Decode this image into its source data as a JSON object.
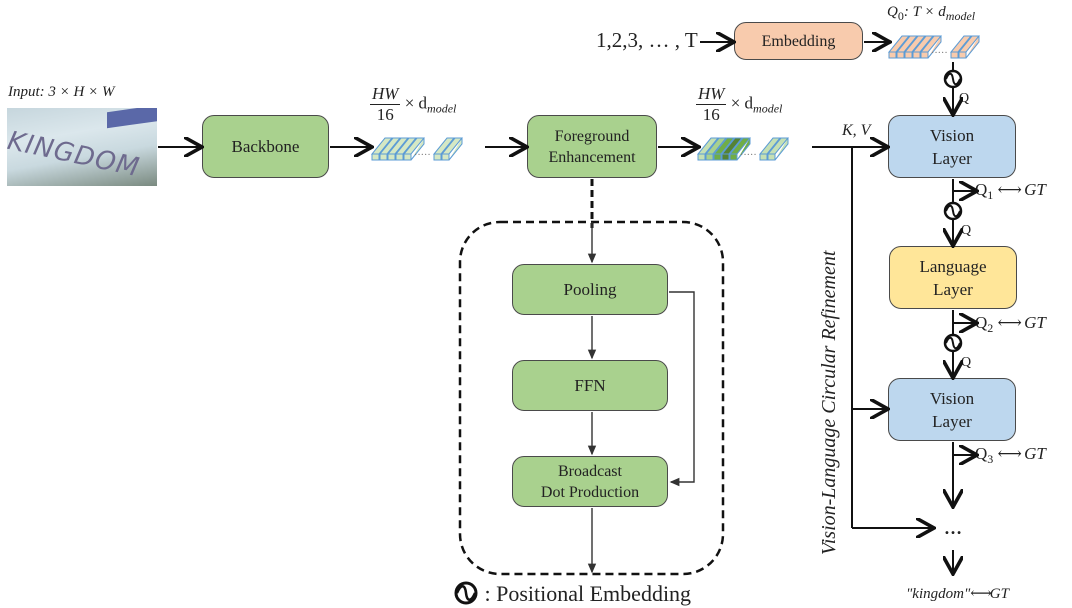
{
  "input": {
    "label": "Input: 3 × H × W",
    "image_text": "KINGDOM"
  },
  "boxes": {
    "backbone": "Backbone",
    "foreground_line1": "Foreground",
    "foreground_line2": "Enhancement",
    "embedding": "Embedding",
    "pooling": "Pooling",
    "ffn": "FFN",
    "broadcast_line1": "Broadcast",
    "broadcast_line2": "Dot Production",
    "vision_layer_line1": "Vision",
    "vision_layer_line2": "Layer",
    "language_layer_line1": "Language",
    "language_layer_line2": "Layer"
  },
  "features": {
    "frac_num": "HW",
    "frac_den": "16",
    "times": "× d",
    "sub": "model"
  },
  "query": {
    "sequence": "1,2,3, … , T",
    "q0_label": "Q",
    "q0_sub": "0",
    "q0_rest": ": T × d",
    "q0_model": "model"
  },
  "refinement": {
    "kv_label": "K, V",
    "side_label": "Vision-Language Circular Refinement",
    "q_label": "Q",
    "outputs": [
      {
        "q": "Q",
        "sub": "1",
        "gt": "GT"
      },
      {
        "q": "Q",
        "sub": "2",
        "gt": "GT"
      },
      {
        "q": "Q",
        "sub": "3",
        "gt": "GT"
      }
    ],
    "ellipsis": "…",
    "final_text": "\"kingdom\"",
    "final_gt": "GT"
  },
  "legend": {
    "text": ": Positional Embedding"
  },
  "colors": {
    "green": "#a9d18e",
    "blue": "#bdd7ee",
    "yellow": "#ffe699",
    "orange": "#f8cbad"
  }
}
